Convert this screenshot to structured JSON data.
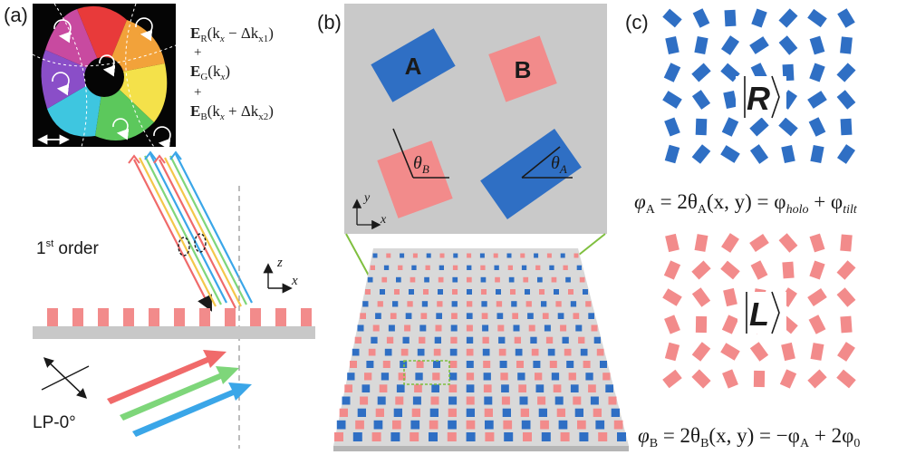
{
  "panels": {
    "a": "(a)",
    "b": "(b)",
    "c": "(c)"
  },
  "panel_a": {
    "field_terms": {
      "red_E": "E",
      "red_sub": "R",
      "red_args": "(k",
      "red_x": "x",
      "red_rest": " − Δk",
      "red_x1": "x1",
      "red_close": ")",
      "plus1": "+",
      "green_E": "E",
      "green_sub": "G",
      "green_args": "(k",
      "green_x": "x",
      "green_close": ")",
      "plus2": "+",
      "blue_E": "E",
      "blue_sub": "B",
      "blue_args": "(k",
      "blue_x": "x",
      "blue_rest": " + Δk",
      "blue_x2": "x2",
      "blue_close": ")"
    },
    "order_label": "1",
    "order_sup": "st",
    "order_word": " order",
    "axis_z": "z",
    "axis_x": "x",
    "polarizer_label": "LP-0°",
    "colors": {
      "red": "#f06a6a",
      "green": "#7ed67a",
      "blue": "#3aa6e8",
      "pillar": "#f28b8b",
      "substrate": "#c8c8c8"
    }
  },
  "panel_b": {
    "label_A": "A",
    "label_B": "B",
    "theta_B": "θ",
    "theta_B_sub": "B",
    "theta_A": "θ",
    "theta_A_sub": "A",
    "axis_y": "y",
    "axis_x": "x",
    "colors": {
      "A": "#2f6fc4",
      "B": "#f28b8b",
      "panel_bg": "#c9c9c9",
      "callout": "#7fbf3f"
    }
  },
  "panel_c": {
    "ket_R": "R",
    "ket_L": "L",
    "eq_A": {
      "phi": "φ",
      "sub": "A",
      "mid": " = 2θ",
      "sub2": "A",
      "args": "(x, y) = φ",
      "holo": "holo",
      "plus": " + φ",
      "tilt": "tilt"
    },
    "eq_B": {
      "phi": "φ",
      "sub": "B",
      "mid": " = 2θ",
      "sub2": "B",
      "args": "(x, y) = −φ",
      "sub3": "A",
      "plus": " + 2φ",
      "zero": "0"
    },
    "colors": {
      "blue": "#2f6fc4",
      "red": "#f28b8b"
    }
  }
}
